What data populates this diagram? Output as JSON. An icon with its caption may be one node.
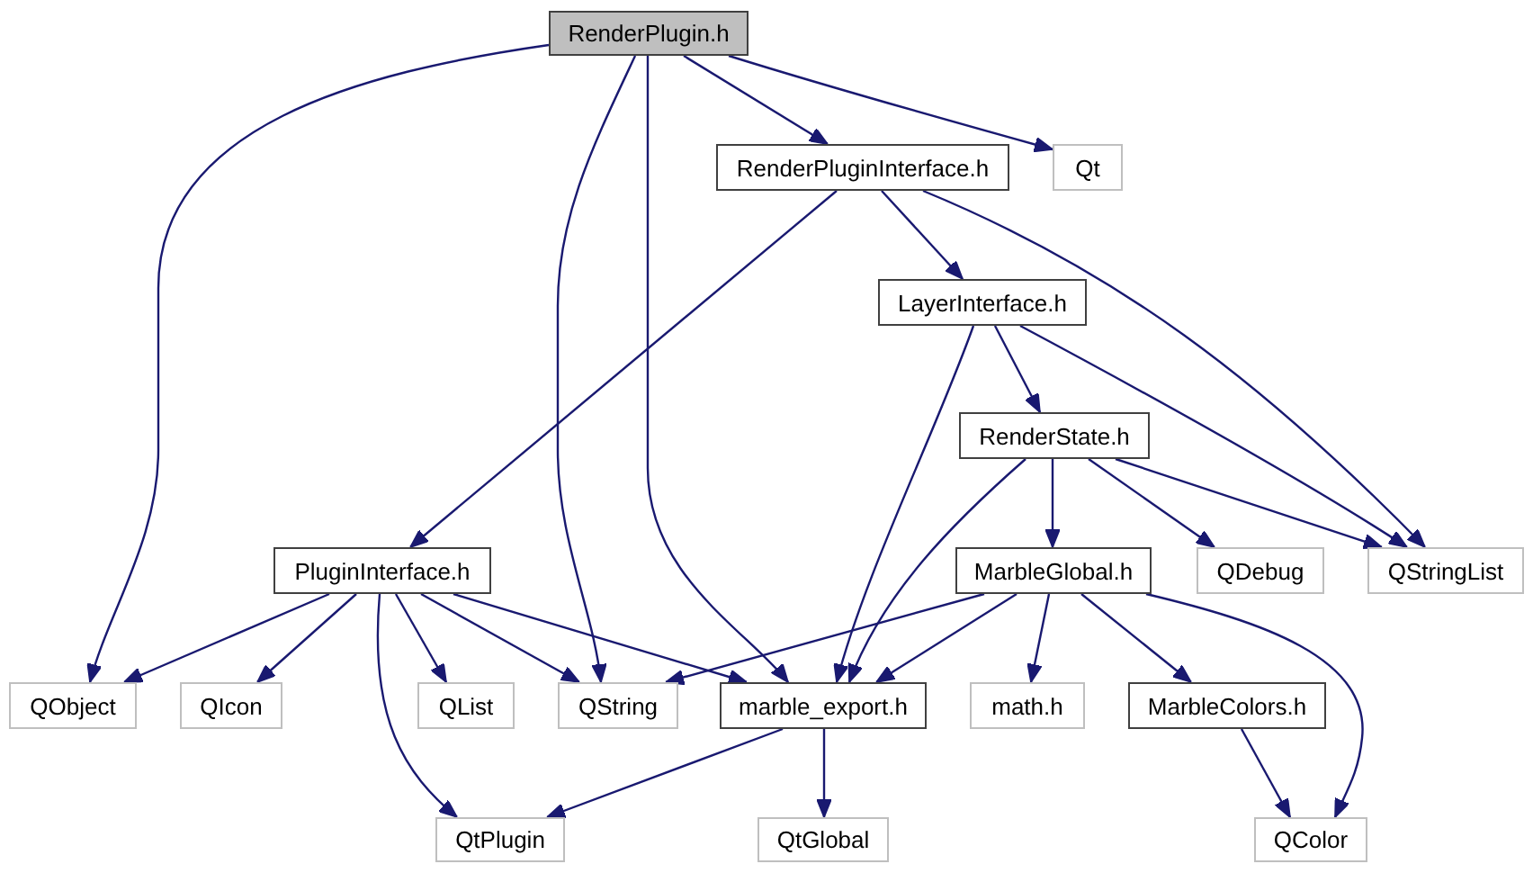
{
  "diagram": {
    "nodes": [
      {
        "text": [
          "RenderPlugin.h"
        ]
      },
      {
        "text": [
          "RenderPluginInterface.h"
        ]
      },
      {
        "text": [
          "Qt"
        ]
      },
      {
        "text": [
          "LayerInterface.h"
        ]
      },
      {
        "text": [
          "RenderState.h"
        ]
      },
      {
        "text": [
          "PluginInterface.h"
        ]
      },
      {
        "text": [
          "MarbleGlobal.h"
        ]
      },
      {
        "text": [
          "QDebug"
        ]
      },
      {
        "text": [
          "QStringList"
        ]
      },
      {
        "text": [
          "QObject"
        ]
      },
      {
        "text": [
          "QIcon"
        ]
      },
      {
        "text": [
          "QList"
        ]
      },
      {
        "text": [
          "QString"
        ]
      },
      {
        "text": [
          "marble_export.h"
        ]
      },
      {
        "text": [
          "math.h"
        ]
      },
      {
        "text": [
          "MarbleColors.h"
        ]
      },
      {
        "text": [
          "QtPlugin"
        ]
      },
      {
        "text": [
          "QtGlobal"
        ]
      },
      {
        "text": [
          "QColor"
        ]
      }
    ],
    "edges": [
      {
        "from": 0,
        "to": 9,
        "arrow": "to"
      },
      {
        "from": 0,
        "to": 12,
        "arrow": "to"
      },
      {
        "from": 0,
        "to": 13,
        "arrow": "to"
      },
      {
        "from": 0,
        "to": 1,
        "arrow": "to"
      },
      {
        "from": 0,
        "to": 2,
        "arrow": "to"
      },
      {
        "from": 1,
        "to": 5,
        "arrow": "to"
      },
      {
        "from": 1,
        "to": 3,
        "arrow": "to"
      },
      {
        "from": 1,
        "to": 8,
        "arrow": "to"
      },
      {
        "from": 3,
        "to": 13,
        "arrow": "to"
      },
      {
        "from": 3,
        "to": 4,
        "arrow": "to"
      },
      {
        "from": 3,
        "to": 8,
        "arrow": "to"
      },
      {
        "from": 4,
        "to": 13,
        "arrow": "to"
      },
      {
        "from": 4,
        "to": 8,
        "arrow": "to"
      },
      {
        "from": 4,
        "to": 6,
        "arrow": "to"
      },
      {
        "from": 4,
        "to": 7,
        "arrow": "to"
      },
      {
        "from": 5,
        "to": 9,
        "arrow": "to"
      },
      {
        "from": 5,
        "to": 10,
        "arrow": "to"
      },
      {
        "from": 5,
        "to": 16,
        "arrow": "to"
      },
      {
        "from": 5,
        "to": 11,
        "arrow": "to"
      },
      {
        "from": 5,
        "to": 12,
        "arrow": "to"
      },
      {
        "from": 5,
        "to": 13,
        "arrow": "to"
      },
      {
        "from": 6,
        "to": 12,
        "arrow": "to"
      },
      {
        "from": 6,
        "to": 13,
        "arrow": "to"
      },
      {
        "from": 6,
        "to": 14,
        "arrow": "to"
      },
      {
        "from": 6,
        "to": 15,
        "arrow": "to"
      },
      {
        "from": 6,
        "to": 18,
        "arrow": "to"
      },
      {
        "from": 13,
        "to": 16,
        "arrow": "to"
      },
      {
        "from": 13,
        "to": 17,
        "arrow": "to"
      },
      {
        "from": 15,
        "to": 18,
        "arrow": "to"
      }
    ]
  }
}
